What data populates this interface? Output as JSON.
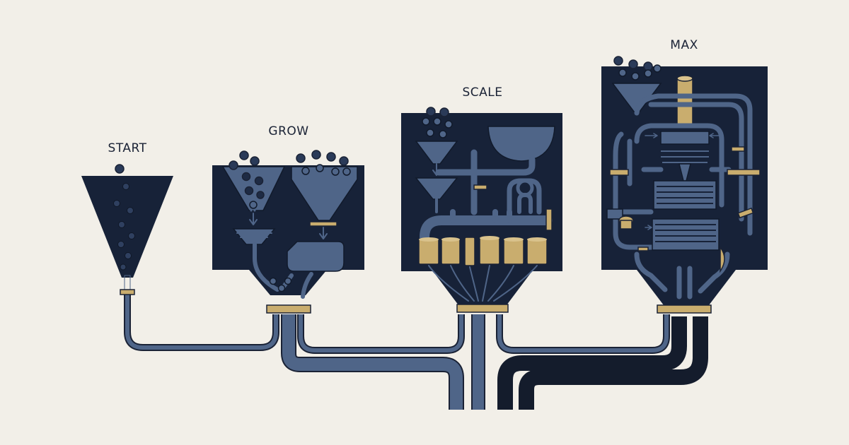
{
  "stages": [
    {
      "id": "start",
      "label": "START"
    },
    {
      "id": "grow",
      "label": "GROW"
    },
    {
      "id": "scale",
      "label": "SCALE"
    },
    {
      "id": "max",
      "label": "MAX"
    }
  ],
  "colors": {
    "background": "#f2efe8",
    "machine_body": "#172238",
    "machine_parts": "#4f6588",
    "pipe_fill": "#4f6588",
    "pipe_outline": "#1a2235",
    "dark_pipe": "#141c2c",
    "gold_accent": "#c9ad6e",
    "ball": "#2a3a58"
  },
  "icons": [
    "hopper-icon",
    "funnel-icon",
    "gear-icon",
    "pipe-icon",
    "coupling-icon"
  ]
}
